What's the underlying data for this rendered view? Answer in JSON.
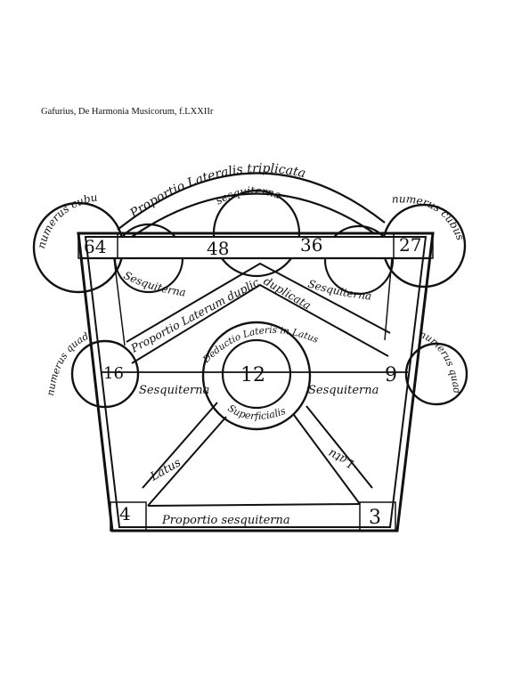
{
  "caption": "Gafurius, De Harmonia Musicorum, f.LXXIIr",
  "numbers": {
    "top_left": "64",
    "top_mid_left": "48",
    "top_mid_right": "36",
    "top_right": "27",
    "mid_left": "16",
    "center": "12",
    "mid_right": "9",
    "bottom_left": "4",
    "bottom_right": "3"
  },
  "labels": {
    "top_arc": "Proportio Lateralis triplicata",
    "arc_left_top": "numerus cubus",
    "arc_right_top": "numerus cubus",
    "arc_top_mid": "sesquiterna",
    "inner_left": "Sesquiterna",
    "inner_right": "Sesquiterna",
    "diag_left": "Proportio Laterum duplicata",
    "diag_right": "duplicata",
    "arc_left_mid": "numerus quadratus",
    "arc_right_mid": "numerus quadratus",
    "center_top": "Deductio Lateris in Latus",
    "center_bottom": "Superficialis",
    "mid_left_text": "Sesquiterna",
    "mid_right_text": "Sesquiterna",
    "latus_left": "Latus",
    "latus_right": "Latus",
    "bottom": "Proportio sesquiterna"
  }
}
